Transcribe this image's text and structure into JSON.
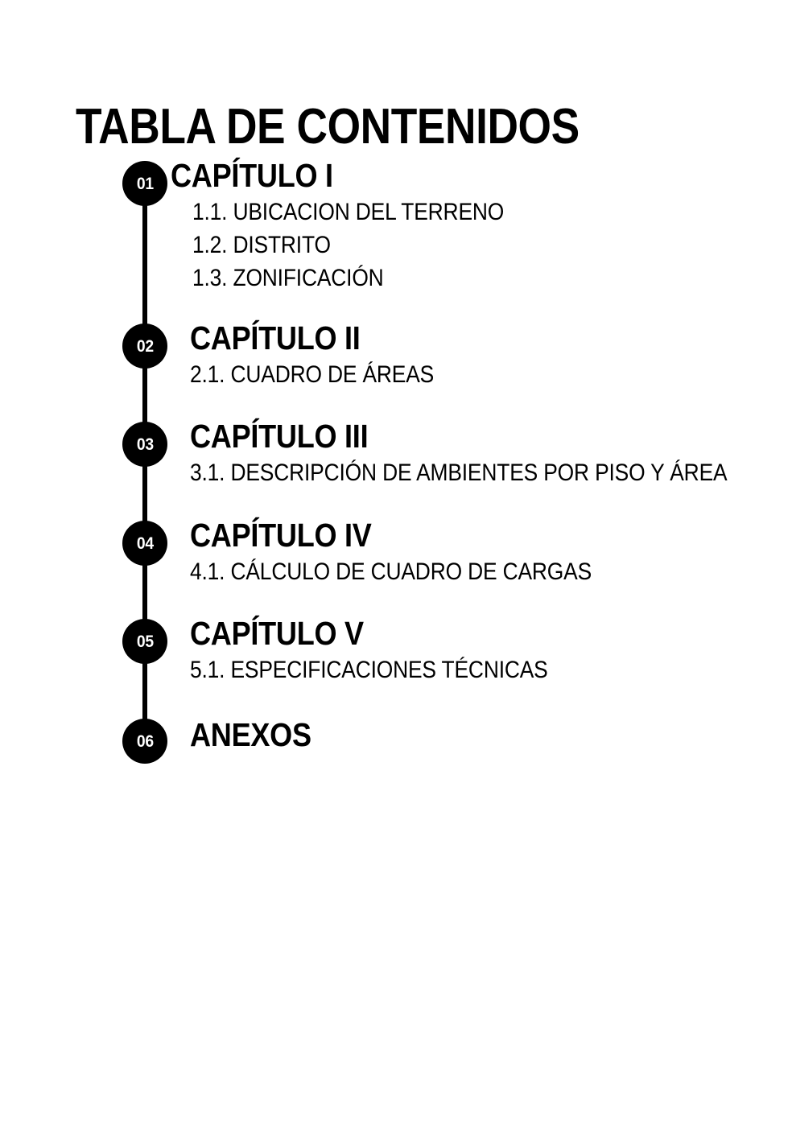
{
  "page": {
    "title": "TABLA DE CONTENIDOS",
    "background_color": "#ffffff",
    "text_color": "#000000",
    "accent_color": "#000000"
  },
  "timeline": {
    "chapters": [
      {
        "number": "01",
        "title": "CAPÍTULO I",
        "subitems": [
          "1.1. UBICACION DEL TERRENO",
          "1.2. DISTRITO",
          "1.3. ZONIFICACIÓN"
        ]
      },
      {
        "number": "02",
        "title": "CAPÍTULO II",
        "subitems": [
          "2.1. CUADRO DE ÁREAS"
        ]
      },
      {
        "number": "03",
        "title": "CAPÍTULO III",
        "subitems": [
          "3.1. DESCRIPCIÓN DE AMBIENTES POR PISO Y ÁREA"
        ]
      },
      {
        "number": "04",
        "title": "CAPÍTULO IV",
        "subitems": [
          "4.1. CÁLCULO DE CUADRO DE CARGAS"
        ]
      },
      {
        "number": "05",
        "title": "CAPÍTULO V",
        "subitems": [
          "5.1. ESPECIFICACIONES TÉCNICAS"
        ]
      },
      {
        "number": "06",
        "title": "ANEXOS",
        "subitems": []
      }
    ]
  }
}
